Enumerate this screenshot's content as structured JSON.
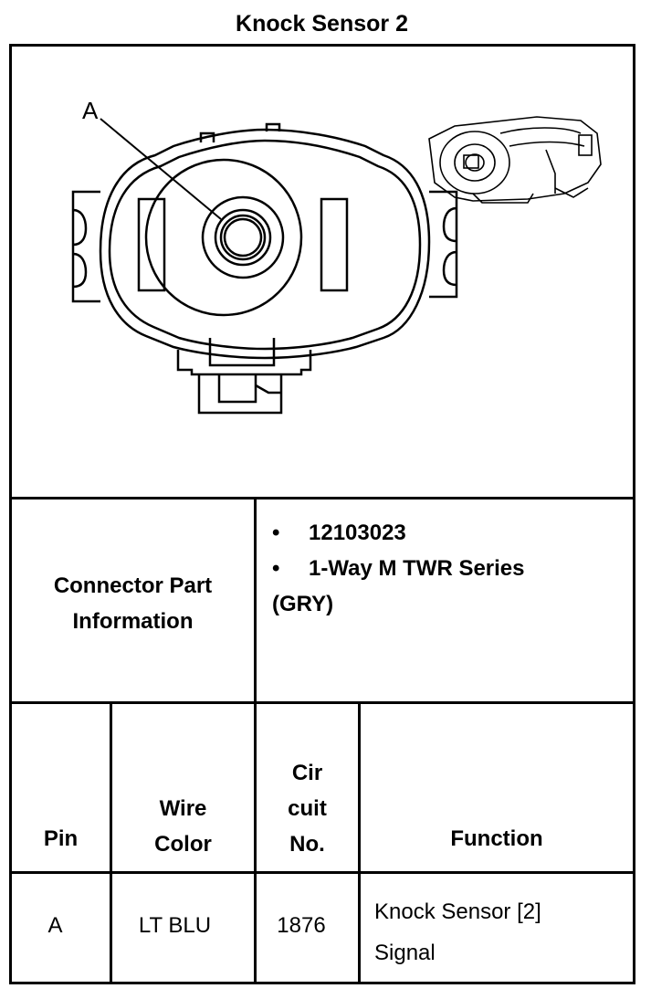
{
  "title": "Knock Sensor 2",
  "diagram": {
    "callout_label": "A"
  },
  "connector_part_info": {
    "label_line1": "Connector Part",
    "label_line2": "Information",
    "part_number": "12103023",
    "series_line1": "1-Way M TWR Series",
    "series_line2": "(GRY)",
    "bullet": "•"
  },
  "pinout": {
    "headers": {
      "pin": "Pin",
      "wire_color_line1": "Wire",
      "wire_color_line2": "Color",
      "circuit_line1": "Cir",
      "circuit_line2": "cuit",
      "circuit_line3": "No.",
      "function": "Function"
    },
    "rows": [
      {
        "pin": "A",
        "wire_color": "LT BLU",
        "circuit": "1876",
        "function_line1": "Knock Sensor [2]",
        "function_line2": "Signal"
      }
    ]
  }
}
